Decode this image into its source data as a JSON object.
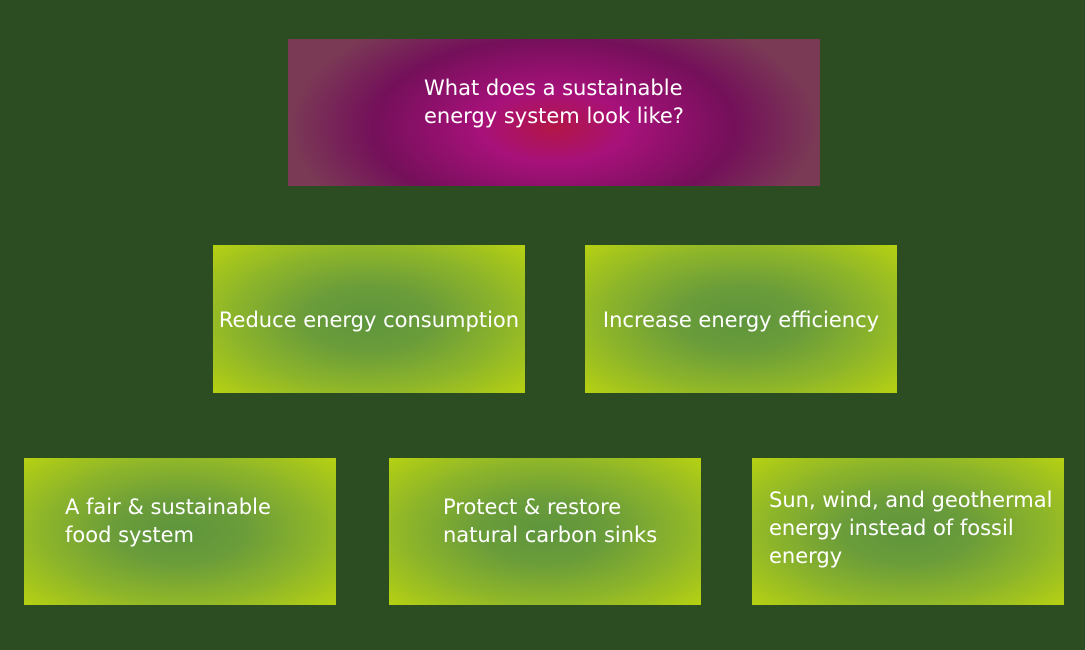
{
  "root": {
    "label": "What does a sustainable\nenergy system look like?"
  },
  "level2": [
    {
      "label": "Reduce energy consumption"
    },
    {
      "label": "Increase energy efficiency"
    }
  ],
  "level3": [
    {
      "label": "A fair & sustainable\nfood system"
    },
    {
      "label": "Protect & restore\nnatural carbon sinks"
    },
    {
      "label": "Sun, wind, and geothermal\nenergy instead of fossil\nenergy"
    }
  ],
  "colors": {
    "background": "#2c4c21",
    "root_fill": "#a7117a",
    "node_fill_center": "#5e953c",
    "node_fill_edge": "#b5d013",
    "text": "#ffffff"
  }
}
